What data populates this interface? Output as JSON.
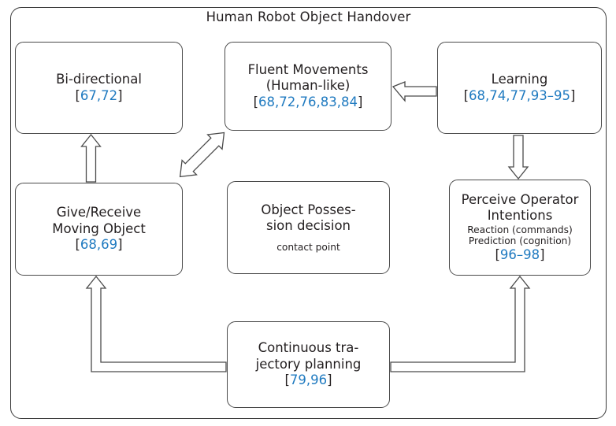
{
  "diagram": {
    "title": "Human Robot Object Handover",
    "colors": {
      "citation_blue": "#1f7ac0",
      "text_black": "#231f20",
      "stroke_gray": "#4a4a4a",
      "background": "#ffffff"
    },
    "nodes": [
      {
        "id": "bi-directional",
        "lines": [
          "Bi-directional"
        ],
        "citation_open": "[",
        "citation_numbers": "67,72",
        "citation_close": "]"
      },
      {
        "id": "fluent-movements",
        "lines": [
          "Fluent Movements",
          "(Human-like)"
        ],
        "citation_open": "[",
        "citation_numbers": "68,72,76,83,84",
        "citation_close": "]"
      },
      {
        "id": "learning",
        "lines": [
          "Learning"
        ],
        "citation_open": "[",
        "citation_numbers": "68,74,77,93–95",
        "citation_close": "]"
      },
      {
        "id": "give-receive",
        "lines": [
          "Give/Receive",
          "Moving Object"
        ],
        "citation_open": "[",
        "citation_numbers": "68,69",
        "citation_close": "]"
      },
      {
        "id": "object-possession",
        "lines": [
          "Object Posses-",
          "sion decision"
        ],
        "sub_lines": [
          "contact  point"
        ],
        "citation_open": "",
        "citation_numbers": "",
        "citation_close": ""
      },
      {
        "id": "perceive-operator-intentions",
        "lines": [
          "Perceive Operator",
          "Intentions"
        ],
        "sub_lines": [
          "Reaction (commands)",
          "Prediction (cognition)"
        ],
        "citation_open": "[",
        "citation_numbers": "96–98",
        "citation_close": "]"
      },
      {
        "id": "continuous-trajectory-planning",
        "lines": [
          "Continuous tra-",
          "jectory planning"
        ],
        "citation_open": "[",
        "citation_numbers": "79,96",
        "citation_close": "]"
      }
    ],
    "arrows": [
      {
        "id": "give-receive-to-bi-directional",
        "kind": "block-arrow",
        "direction": "up"
      },
      {
        "id": "give-receive-to-fluent-movements",
        "kind": "block-arrow",
        "direction": "diagonal-up-right"
      },
      {
        "id": "learning-to-fluent-movements",
        "kind": "block-arrow",
        "direction": "left"
      },
      {
        "id": "learning-to-perceive-operator-intentions",
        "kind": "block-arrow",
        "direction": "down"
      },
      {
        "id": "continuous-to-give-receive",
        "kind": "elbow-block-arrow",
        "direction": "left-then-up"
      },
      {
        "id": "continuous-to-perceive-operator-intentions",
        "kind": "elbow-block-arrow",
        "direction": "right-then-up"
      }
    ]
  }
}
